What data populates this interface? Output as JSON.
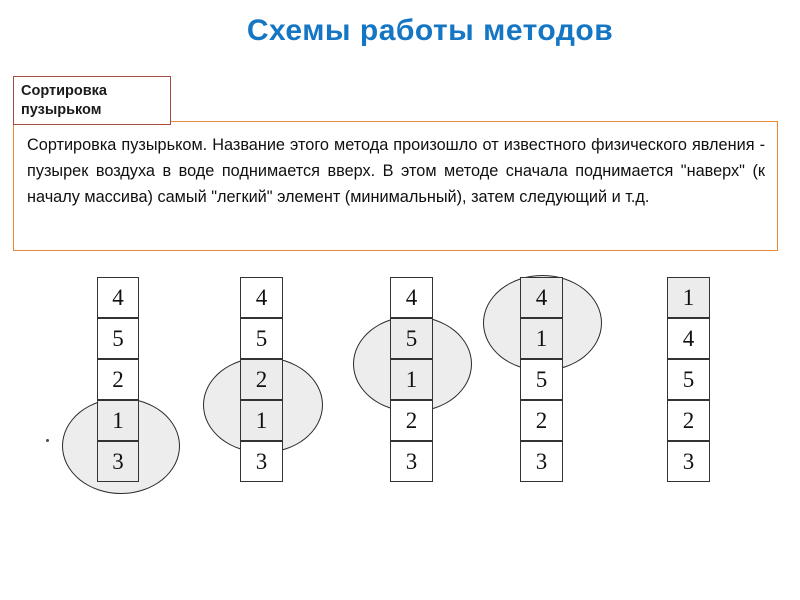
{
  "slide": {
    "title": "Схемы работы методов",
    "title_color": "#1576C4",
    "label_box": {
      "text": "Сортировка пузырьком",
      "border_color": "#A34A43"
    },
    "description_box": {
      "text": "Сортировка пузырьком. Название этого метода произошло от известного физического явления - пузырек воздуха в воде поднимается вверх. В этом методе сначала поднимается \"наверх\" (к началу массива) самый \"легкий\" элемент (минимальный), затем следующий и т.д.",
      "border_color": "#E8883A"
    }
  },
  "diagram": {
    "highlight_color": "#ECECEC",
    "cell_border_color": "#333333",
    "columns": [
      {
        "name": "step-1",
        "values": [
          "4",
          "5",
          "2",
          "1",
          "3"
        ],
        "highlighted": [
          3,
          4
        ],
        "ellipse": true
      },
      {
        "name": "step-2",
        "values": [
          "4",
          "5",
          "2",
          "1",
          "3"
        ],
        "highlighted": [
          2,
          3
        ],
        "ellipse": true
      },
      {
        "name": "step-3",
        "values": [
          "4",
          "5",
          "1",
          "2",
          "3"
        ],
        "highlighted": [
          1,
          2
        ],
        "ellipse": true
      },
      {
        "name": "step-4",
        "values": [
          "4",
          "1",
          "5",
          "2",
          "3"
        ],
        "highlighted": [
          0,
          1
        ],
        "ellipse": true
      },
      {
        "name": "step-5",
        "values": [
          "1",
          "4",
          "5",
          "2",
          "3"
        ],
        "highlighted": [
          0
        ],
        "ellipse": false
      }
    ]
  }
}
